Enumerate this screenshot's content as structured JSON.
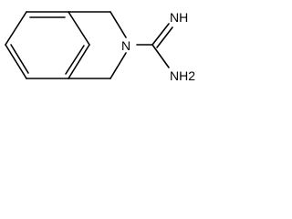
{
  "molecule": {
    "atoms": {
      "ring_n": "N",
      "imine": "NH",
      "amine": "NH2"
    }
  },
  "colors": {
    "bond": "#000000",
    "background": "#ffffff"
  }
}
